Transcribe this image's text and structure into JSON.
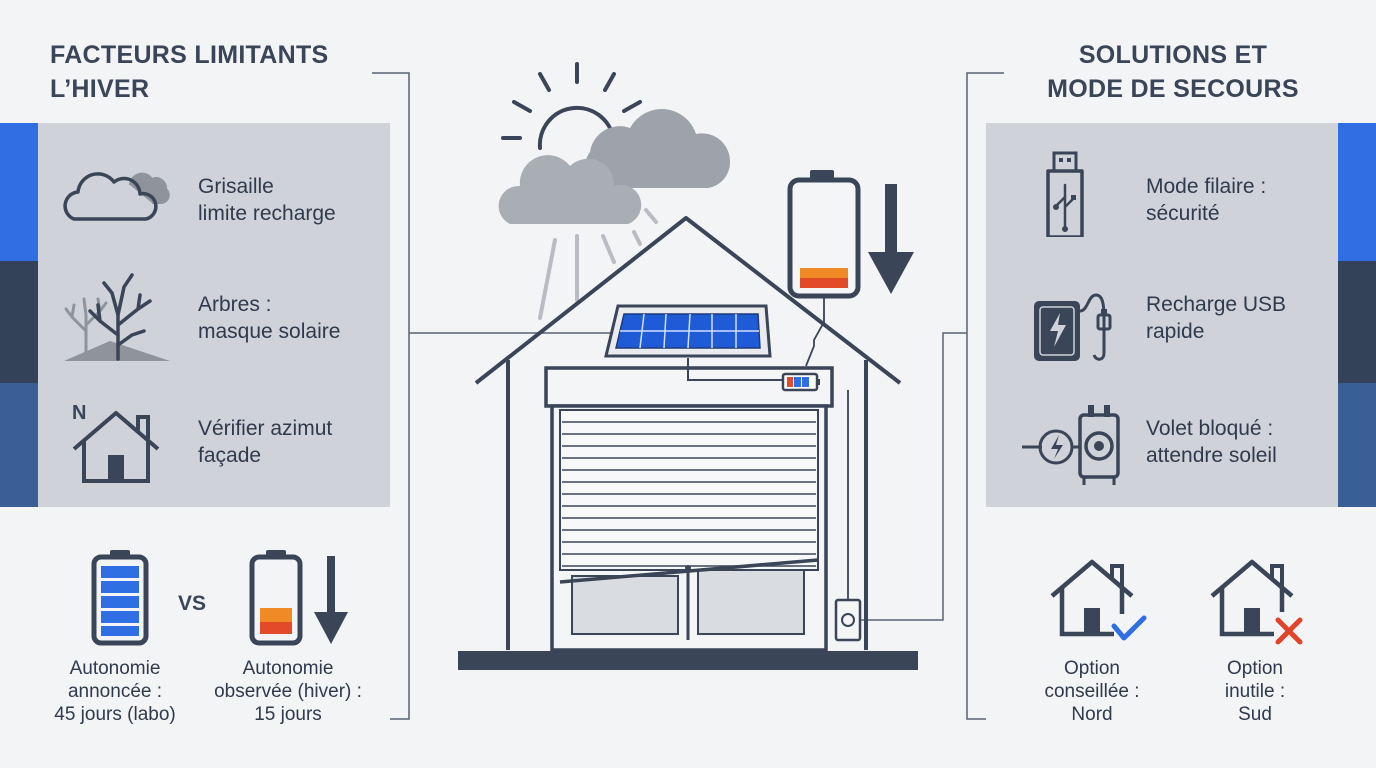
{
  "left": {
    "heading_line1": "FACTEURS LIMITANTS",
    "heading_line2": "L’HIVER",
    "items": [
      {
        "icon": "cloud-icon",
        "line1": "Grisaille",
        "line2": "limite recharge"
      },
      {
        "icon": "trees-icon",
        "line1": "Arbres :",
        "line2": "masque solaire"
      },
      {
        "icon": "house-north-icon",
        "badge": "N",
        "line1": "Vérifier azimut",
        "line2": "façade"
      }
    ],
    "vs_label": "VS",
    "full_battery_caption": [
      "Autonomie",
      "annoncée :",
      "45 jours (labo)"
    ],
    "low_battery_caption": [
      "Autonomie",
      "observée (hiver) :",
      "15 jours"
    ]
  },
  "right": {
    "heading_line1": "SOLUTIONS ET",
    "heading_line2": "MODE DE SECOURS",
    "items": [
      {
        "icon": "usb-icon",
        "line1": "Mode filaire :",
        "line2": "sécurité"
      },
      {
        "icon": "power-bank-icon",
        "line1": "Recharge USB",
        "line2": "rapide"
      },
      {
        "icon": "motor-icon",
        "line1": "Volet bloqué :",
        "line2": "attendre soleil"
      }
    ],
    "options": [
      {
        "icon": "house-check-icon",
        "lines": [
          "Option",
          "conseillée :",
          "Nord"
        ]
      },
      {
        "icon": "house-cross-icon",
        "lines": [
          "Option",
          "inutile :",
          "Sud"
        ]
      }
    ]
  },
  "colors": {
    "blue_band": "#2f6fe3",
    "navy_band": "#334259",
    "steel_band": "#3a5e96",
    "panel": "#cfd2d8",
    "line": "#3a4558",
    "battery_low_red": "#e24a2a",
    "battery_low_orange": "#f08a24",
    "check_blue": "#2f6fe3",
    "cross_red": "#e0452c"
  }
}
